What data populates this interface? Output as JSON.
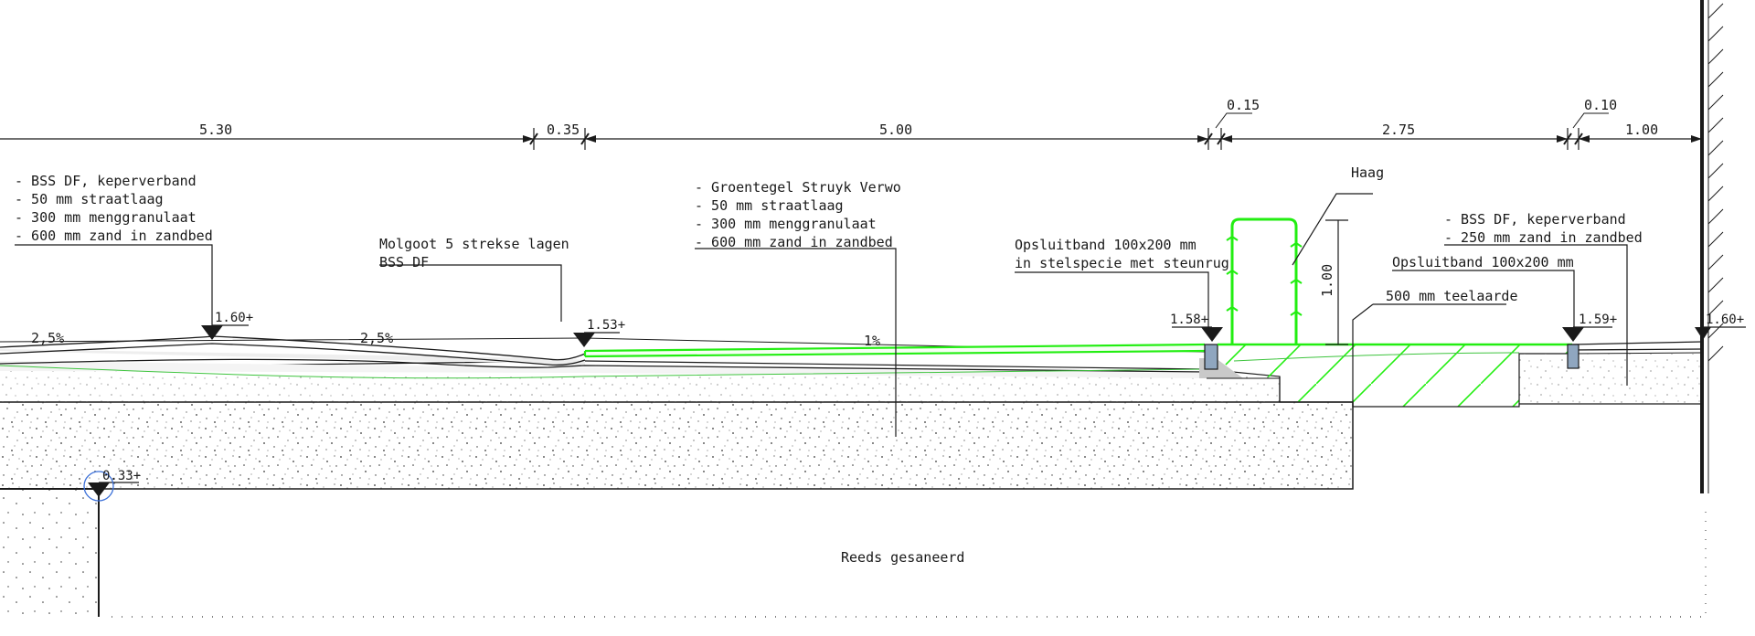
{
  "dimensions": {
    "d530": "5.30",
    "d035": "0.35",
    "d500": "5.00",
    "d015": "0.15",
    "d275": "2.75",
    "d010": "0.10",
    "d100": "1.00",
    "hedge_height": "1.00"
  },
  "notes": {
    "left_build": [
      "- BSS DF, keperverband",
      "- 50 mm straatlaag",
      "- 300 mm menggranulaat",
      "- 600 mm zand in zandbed"
    ],
    "molgoot": [
      "Molgoot 5 strekse lagen",
      "BSS DF"
    ],
    "center_build": [
      "- Groentegel Struyk Verwo",
      "- 50 mm straatlaag",
      "- 300 mm menggranulaat",
      "- 600 mm zand in zandbed"
    ],
    "opsluitband_left": [
      "Opsluitband 100x200 mm",
      "in stelspecie met steunrug"
    ],
    "haag": "Haag",
    "right_build": [
      "- BSS DF, keperverband",
      "- 250 mm zand in zandbed"
    ],
    "opsluitband_right": "Opsluitband 100x200 mm",
    "teelaarde": "500 mm teelaarde",
    "reeds": "Reeds gesaneerd"
  },
  "levels": {
    "l160": "1.60+",
    "l153": "1.53+",
    "l158": "1.58+",
    "l159": "1.59+",
    "l160r": "1.60+",
    "l033": "0.33+"
  },
  "slopes": {
    "s1": "2,5%",
    "s2": "2,5%",
    "s3": "1%"
  },
  "colors": {
    "line": "#1a1a1a",
    "green": "#22ee11",
    "green_thin": "#3ec43e",
    "curb_fill": "#8fa6bf",
    "haunch_fill": "#c9c9c9"
  }
}
